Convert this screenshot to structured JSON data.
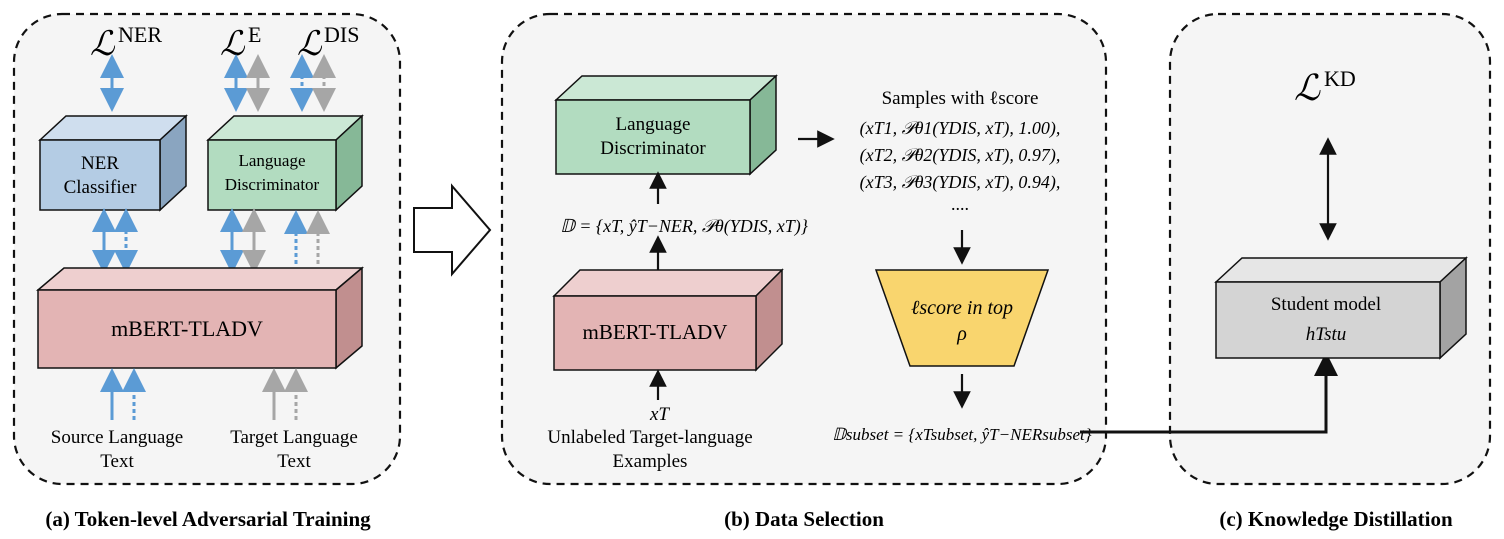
{
  "panel_a": {
    "losses": {
      "ner": "NER",
      "e": "E",
      "dis": "DIS",
      "script_l": "ℒ"
    },
    "ner_classifier": {
      "line1": "NER",
      "line2": "Classifier"
    },
    "lang_discriminator": {
      "line1": "Language",
      "line2": "Discriminator"
    },
    "encoder": "mBERT-TLADV",
    "source_text": {
      "line1": "Source Language",
      "line2": "Text"
    },
    "target_text": {
      "line1": "Target Language",
      "line2": "Text"
    },
    "caption": "(a) Token-level Adversarial Training"
  },
  "panel_b": {
    "lang_discriminator": {
      "line1": "Language",
      "line2": "Discriminator"
    },
    "encoder": "mBERT-TLADV",
    "input_var": "xT",
    "input_label": {
      "line1": "Unlabeled Target-language",
      "line2": "Examples"
    },
    "dataset_formula": "𝔻 = {xT, ŷT−NER, 𝒫θ(YDIS, xT)}",
    "samples_title": "Samples with ℓscore",
    "samples": [
      {
        "sup": "T1",
        "k": "1",
        "score": "1.00"
      },
      {
        "sup": "T2",
        "k": "2",
        "score": "0.97"
      },
      {
        "sup": "T3",
        "k": "3",
        "score": "0.94"
      }
    ],
    "ellipsis": "....",
    "filter": {
      "line1": "ℓscore in top",
      "line2": "ρ"
    },
    "subset_formula": "𝔻subset = {xTsubset, ŷT−NERsubset}",
    "caption": "(b) Data Selection"
  },
  "panel_c": {
    "loss": {
      "script_l": "ℒ",
      "sup": "KD"
    },
    "student": {
      "line1": "Student model",
      "line2": "hTstu"
    },
    "caption": "(c) Knowledge Distillation"
  },
  "colors": {
    "blue_box": "#b4cce4",
    "green_box": "#b2dcc0",
    "red_box": "#e3b4b4",
    "grey_box": "#d4d4d4",
    "yellow_box": "#f9d56e",
    "arrow_blue": "#5b9bd5",
    "arrow_grey": "#a6a6a6",
    "panel_bg": "#f5f5f5"
  }
}
